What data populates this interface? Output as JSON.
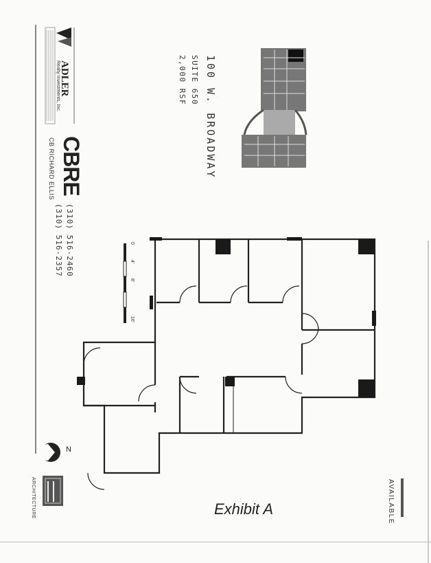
{
  "property": {
    "address": "100 W. BROADWAY",
    "suite": "SUITE 650",
    "area": "2,000 RSF"
  },
  "broker": {
    "name": "CBRE",
    "subtitle": "CB RICHARD ELLIS",
    "phone_1": "(310) 516-2460",
    "phone_2": "(310) 516-2357"
  },
  "owner": {
    "name": "ADLER",
    "subtitle": "Realty Investments, Inc."
  },
  "exhibit_label": "Exhibit A",
  "status_label": "AVAILABLE",
  "architect_label": "ARCHITECTURE",
  "north_label": "N",
  "scale": {
    "ticks": [
      "0",
      "4'",
      "8'",
      "16'"
    ]
  },
  "colors": {
    "ink": "#222222",
    "paper": "#fbfbfa"
  }
}
